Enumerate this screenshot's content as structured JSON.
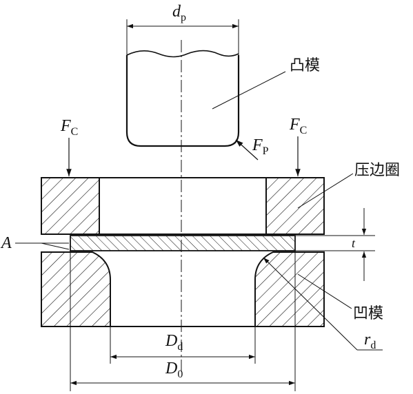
{
  "labels": {
    "punch": "凸模",
    "blank_holder": "压边圈",
    "die": "凹模",
    "punch_force": {
      "main": "F",
      "sub": "P"
    },
    "holder_force_left": {
      "main": "F",
      "sub": "C"
    },
    "holder_force_right": {
      "main": "F",
      "sub": "C"
    },
    "punch_diameter": {
      "main": "d",
      "sub": "p"
    },
    "die_diameter": {
      "main": "D",
      "sub": "d"
    },
    "blank_diameter": {
      "main": "D",
      "sub": "0"
    },
    "die_radius": {
      "main": "r",
      "sub": "d"
    },
    "thickness": "t",
    "gap_label": "A"
  }
}
